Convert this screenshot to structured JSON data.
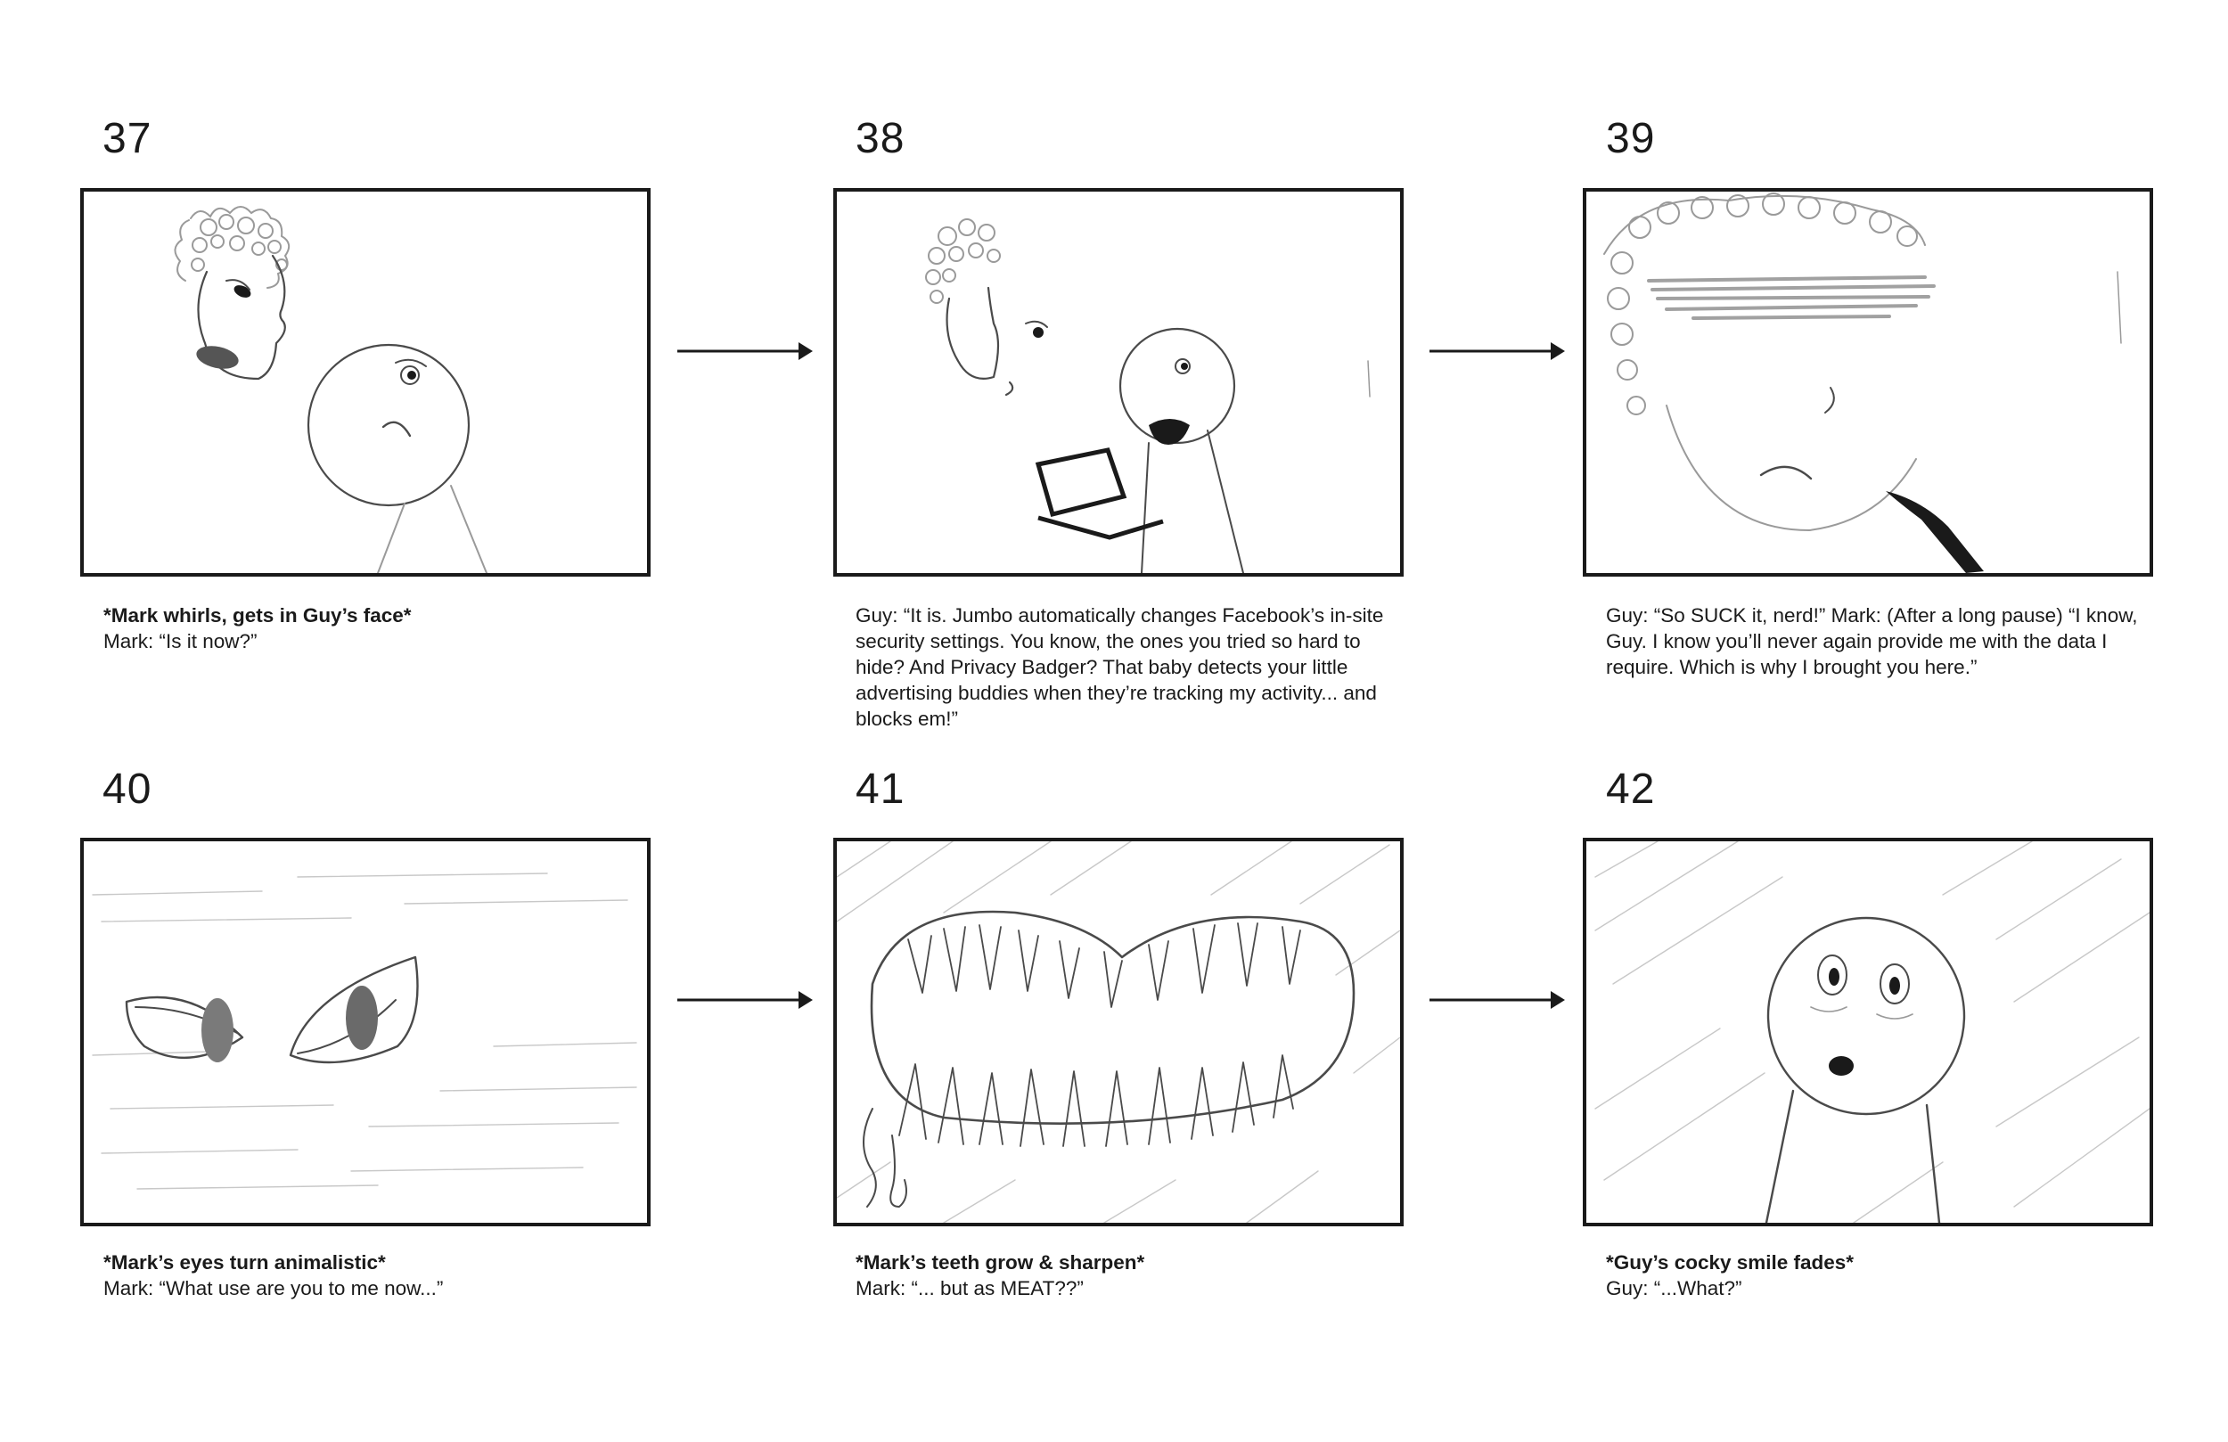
{
  "panels": [
    {
      "number": "37",
      "action": "*Mark whirls, gets in Guy’s face*",
      "dialogue": "Mark: “Is it now?”"
    },
    {
      "number": "38",
      "action": "",
      "dialogue": "Guy: “It is. Jumbo automatically changes Facebook’s in-site security settings. You know, the ones you tried so hard to hide? And Privacy Badger? That baby detects your little advertising buddies when they’re tracking my activity... and blocks em!”"
    },
    {
      "number": "39",
      "action": "",
      "dialogue": "Guy: “So SUCK it, nerd!” Mark: (After a long pause) “I know, Guy. I know you’ll never again provide me with the data I require. Which is why I brought you here.”"
    },
    {
      "number": "40",
      "action": "*Mark’s eyes turn animalistic*",
      "dialogue": "Mark: “What use are you to me now...”"
    },
    {
      "number": "41",
      "action": "*Mark’s teeth grow & sharpen*",
      "dialogue": "Mark: “... but as MEAT??”"
    },
    {
      "number": "42",
      "action": "*Guy’s cocky smile fades*",
      "dialogue": "Guy: “...What?”"
    }
  ],
  "icons": {
    "transition_arrow": "right-arrow-icon",
    "panel_sketch": "pencil-sketch-illustration"
  },
  "colors": {
    "ink": "#1a1a1a",
    "background": "#ffffff",
    "pencil": "#4a4a4a"
  }
}
